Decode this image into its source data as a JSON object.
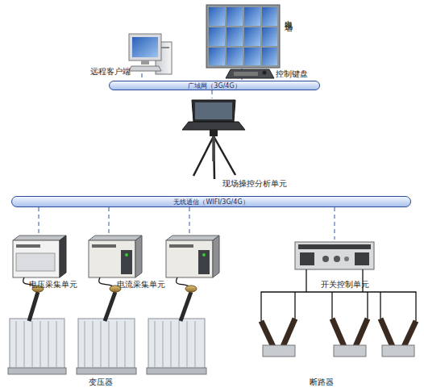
{
  "diagram": {
    "nodes": [
      {
        "text": [
          "远程客户端"
        ]
      },
      {
        "text": [
          "电视墙"
        ]
      },
      {
        "text": [
          "广域网（3G/4G）"
        ]
      },
      {
        "text": [
          "现场操控分析单元"
        ]
      },
      {
        "text": [
          "无线通信（WIFI/3G/4G）"
        ]
      },
      {
        "text": [
          "电压采集单元"
        ]
      },
      {
        "text": [
          "电流采集单元"
        ]
      },
      {
        "text": [
          "开关控制单元"
        ]
      }
    ],
    "edges": [
      {
        "from": 0,
        "to": 2,
        "arrow": "none"
      },
      {
        "from": 1,
        "to": 2,
        "arrow": "none"
      },
      {
        "from": 2,
        "to": 3,
        "arrow": "none"
      },
      {
        "from": 4,
        "to": 5,
        "arrow": "none"
      },
      {
        "from": 4,
        "to": 6,
        "arrow": "none"
      },
      {
        "from": 4,
        "to": 7,
        "arrow": "none"
      }
    ],
    "labels": [
      "控制键盘",
      "变压器",
      "断路器"
    ]
  }
}
